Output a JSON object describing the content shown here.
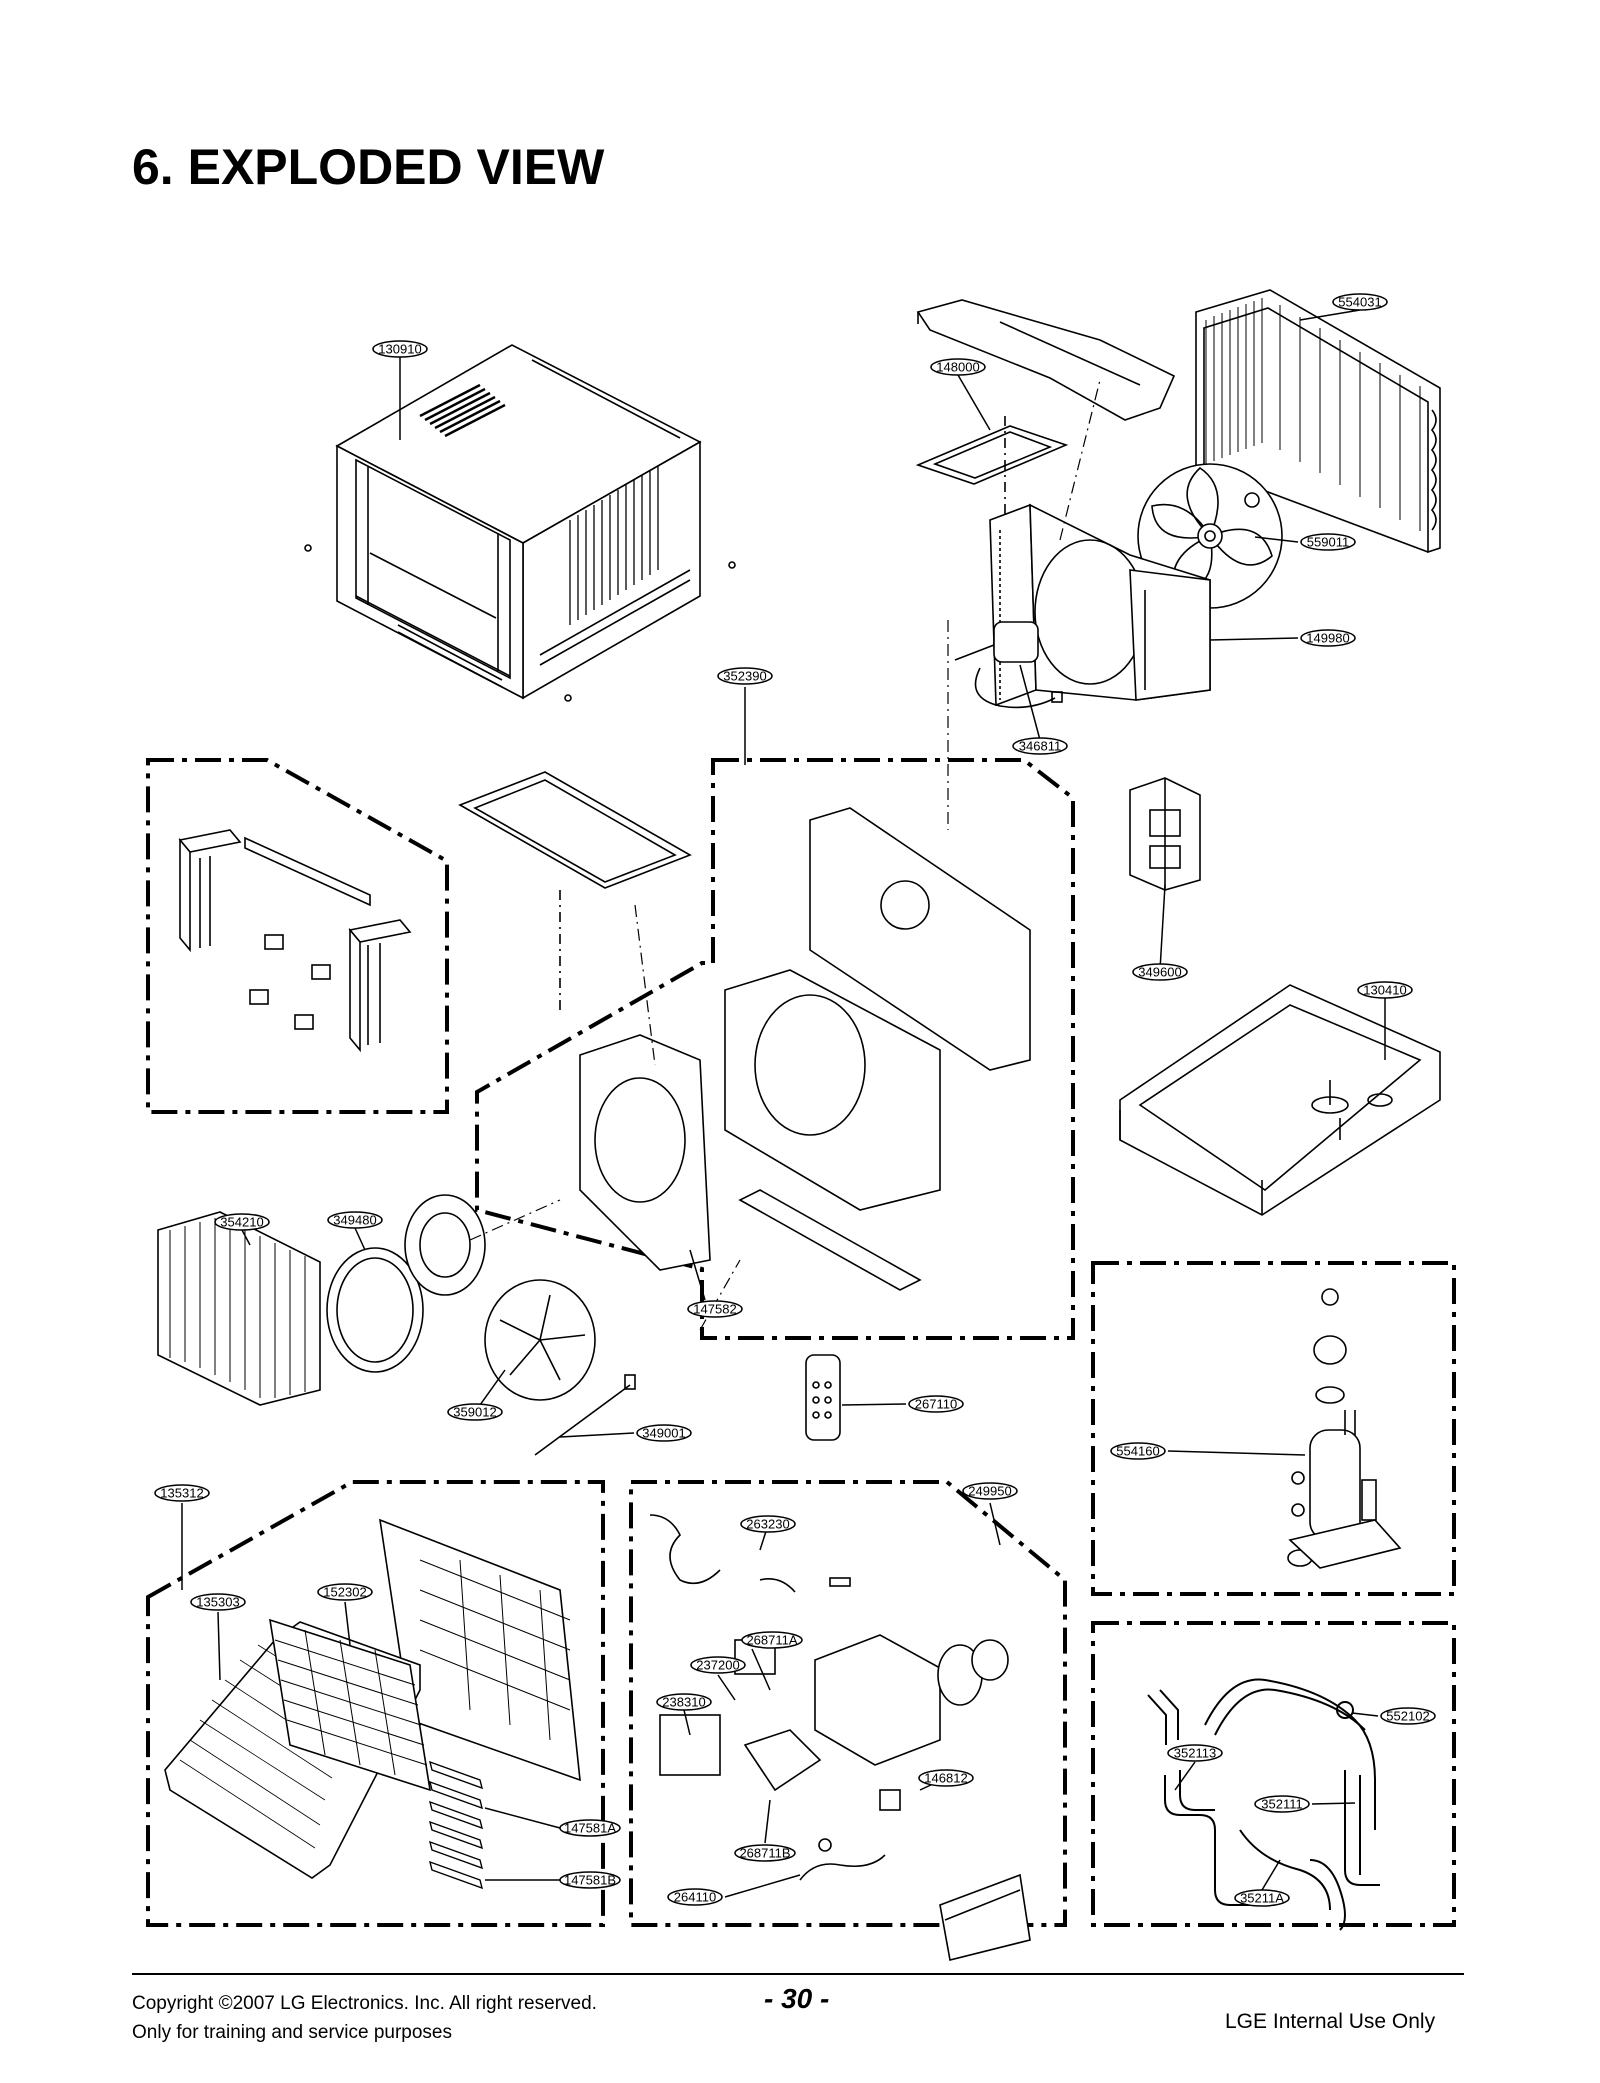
{
  "header": {
    "title": "6. EXPLODED VIEW"
  },
  "parts": [
    {
      "id": "p130910",
      "number": "130910"
    },
    {
      "id": "p148000",
      "number": "148000"
    },
    {
      "id": "p554031",
      "number": "554031"
    },
    {
      "id": "p559011",
      "number": "559011"
    },
    {
      "id": "p149980",
      "number": "149980"
    },
    {
      "id": "p346811",
      "number": "346811"
    },
    {
      "id": "p352390",
      "number": "352390"
    },
    {
      "id": "p349600",
      "number": "349600"
    },
    {
      "id": "p130410",
      "number": "130410"
    },
    {
      "id": "p354210",
      "number": "354210"
    },
    {
      "id": "p349480",
      "number": "349480"
    },
    {
      "id": "p147582",
      "number": "147582"
    },
    {
      "id": "p359012",
      "number": "359012"
    },
    {
      "id": "p349001",
      "number": "349001"
    },
    {
      "id": "p267110",
      "number": "267110"
    },
    {
      "id": "p554160",
      "number": "554160"
    },
    {
      "id": "p135312",
      "number": "135312"
    },
    {
      "id": "p249950",
      "number": "249950"
    },
    {
      "id": "p263230",
      "number": "263230"
    },
    {
      "id": "p152302",
      "number": "152302"
    },
    {
      "id": "p135303",
      "number": "135303"
    },
    {
      "id": "p268711A",
      "number": "268711A"
    },
    {
      "id": "p237200",
      "number": "237200"
    },
    {
      "id": "p238310",
      "number": "238310"
    },
    {
      "id": "p146812",
      "number": "146812"
    },
    {
      "id": "p268711B",
      "number": "268711B"
    },
    {
      "id": "p264110",
      "number": "264110"
    },
    {
      "id": "p147581A",
      "number": "147581A"
    },
    {
      "id": "p147581B",
      "number": "147581B"
    },
    {
      "id": "p552102",
      "number": "552102"
    },
    {
      "id": "p352113",
      "number": "352113"
    },
    {
      "id": "p352111",
      "number": "352111"
    },
    {
      "id": "p35211A",
      "number": "35211A"
    }
  ],
  "footer": {
    "copyright": "Copyright ©2007 LG Electronics. Inc. All right reserved.",
    "purpose": "Only for training and service purposes",
    "page": "- 30 -",
    "internal": "LGE Internal Use Only"
  }
}
